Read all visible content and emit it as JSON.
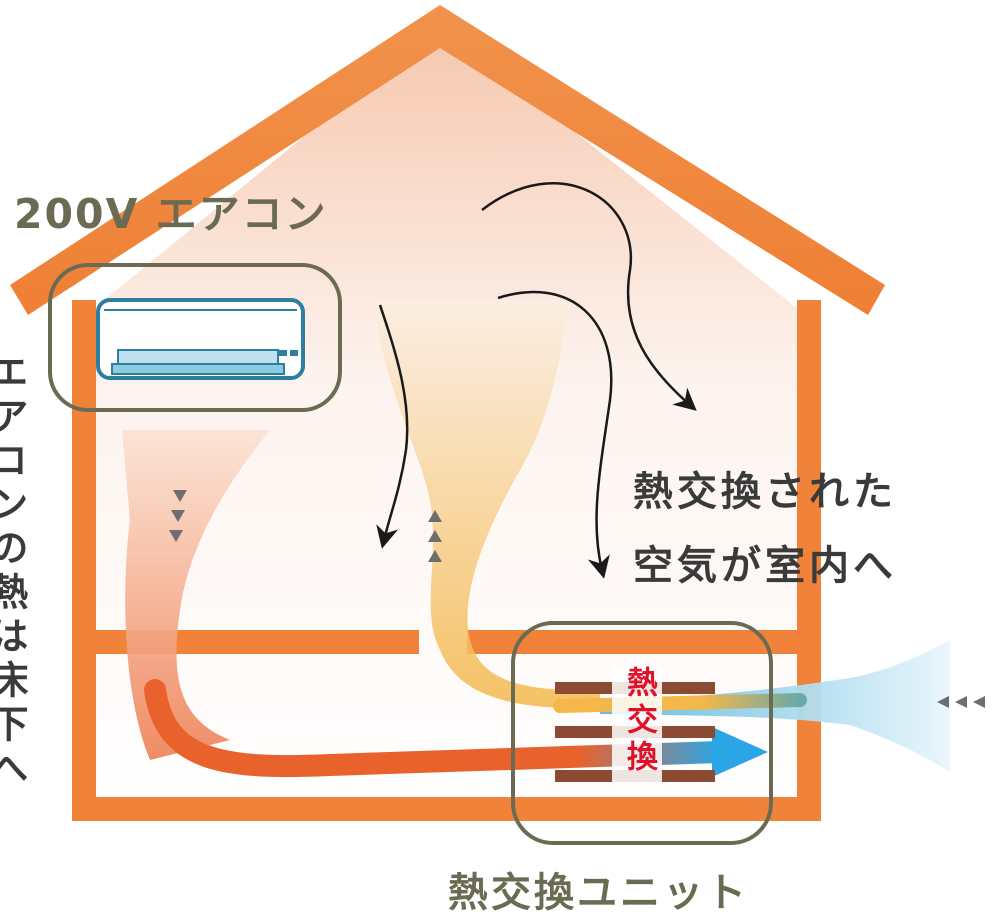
{
  "labels": {
    "air_conditioner": "200V エアコン",
    "heat_exchange_unit": "熱交換ユニット",
    "exchanged_air_line1": "熱交換された",
    "exchanged_air_line2": "空気が室内へ",
    "ac_heat_to_floor": "エアコンの熱は床下へ",
    "heat_exchange_core": "熱交換"
  },
  "colors": {
    "house_frame": "#f0823a",
    "label_olive": "#6b6a52",
    "warm_flow": "#e9622c",
    "supply_flow": "#f3b74a",
    "fresh_air": "#2aa6e6",
    "core_text": "#e0122a",
    "core_fins": "#8b4a32"
  },
  "icons": [
    "air-conditioner-icon",
    "arrow-icon"
  ]
}
